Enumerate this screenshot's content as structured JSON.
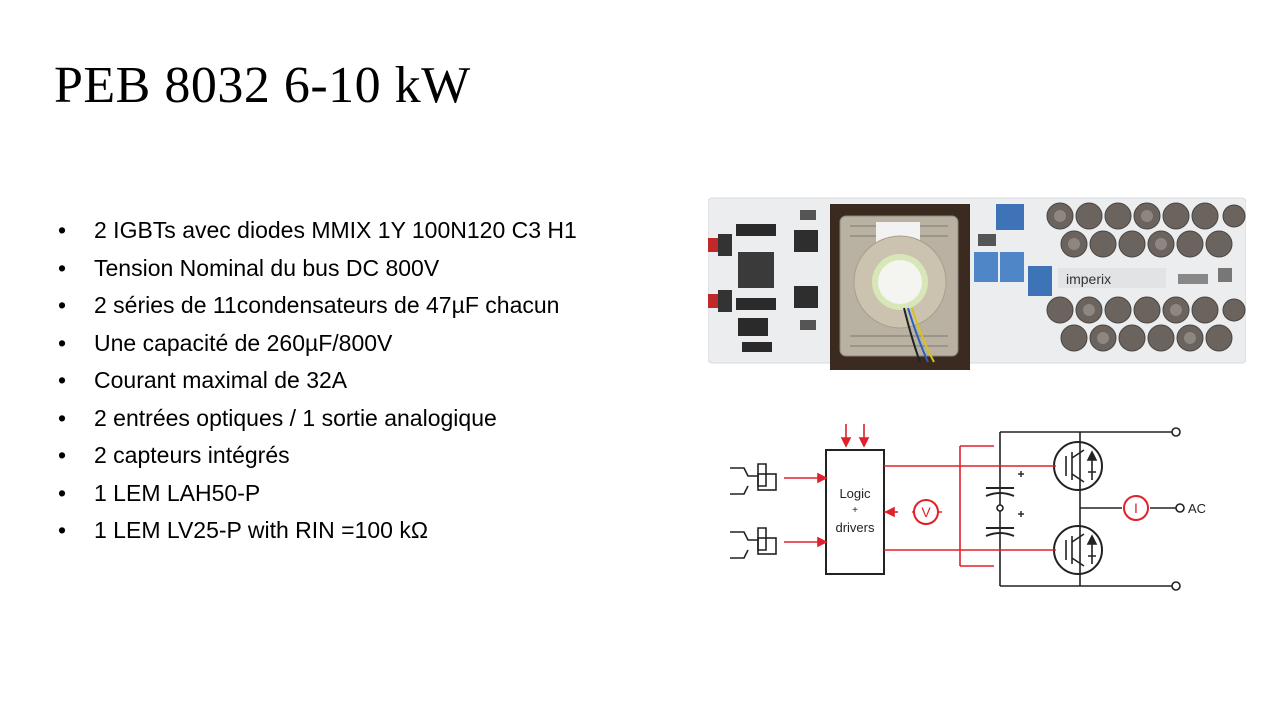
{
  "slide": {
    "title": "PEB 8032 6-10 kW",
    "bullets": [
      "2 IGBTs avec  diodes MMIX 1Y 100N120 C3 H1",
      "Tension Nominal du bus DC 800V",
      "2 séries de 11condensateurs de 47µF chacun",
      "Une capacité de 260µF/800V",
      "Courant maximal de 32A",
      "2 entrées optiques / 1 sortie analogique",
      "2 capteurs intégrés",
      "1  LEM LAH50-P",
      "1 LEM LV25-P with RIN =100 kΩ"
    ]
  },
  "board_photo": {
    "brand_label": "imperix"
  },
  "schematic": {
    "logic_label_1": "Logic",
    "logic_label_2": "+",
    "logic_label_3": "drivers",
    "voltage_sensor": "V",
    "current_sensor": "I",
    "output_label": "AC",
    "signal_color": "#e0202a",
    "wire_color": "#222222"
  }
}
